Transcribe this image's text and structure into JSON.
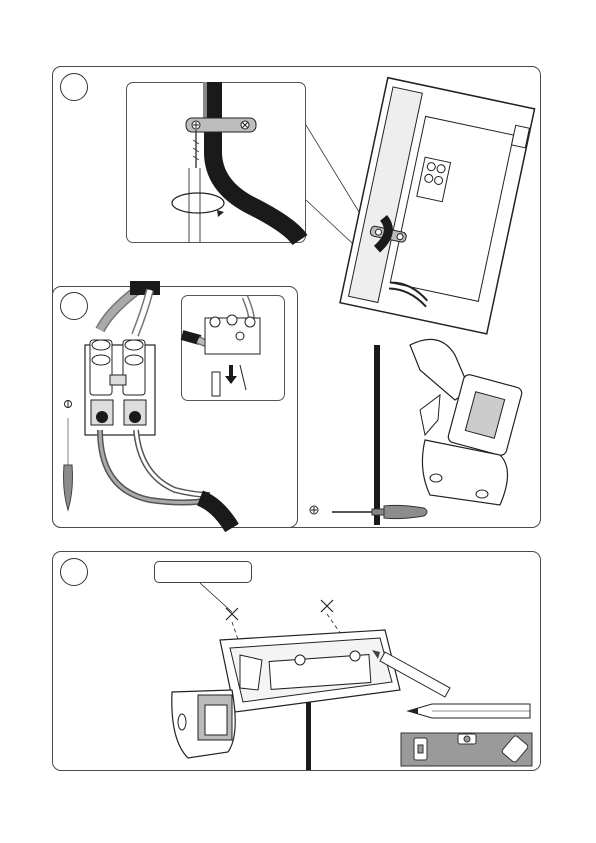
{
  "page": {
    "steps": [
      {
        "id": "step-1",
        "number": ""
      },
      {
        "id": "step-2",
        "number": ""
      },
      {
        "id": "step-3",
        "number": ""
      }
    ],
    "tools": {
      "screwdriver_small": "phillips-screwdriver-icon",
      "screwdriver_large": "phillips-screwdriver-icon",
      "pencil": "pencil-icon",
      "spirit_level": "spirit-level-icon"
    },
    "mark_label_text": "",
    "colors": {
      "line": "#1a1a1a",
      "grey_fill": "#9a9a9a",
      "tool_grey": "#8c8c8c",
      "cable_black": "#1a1a1a"
    }
  }
}
